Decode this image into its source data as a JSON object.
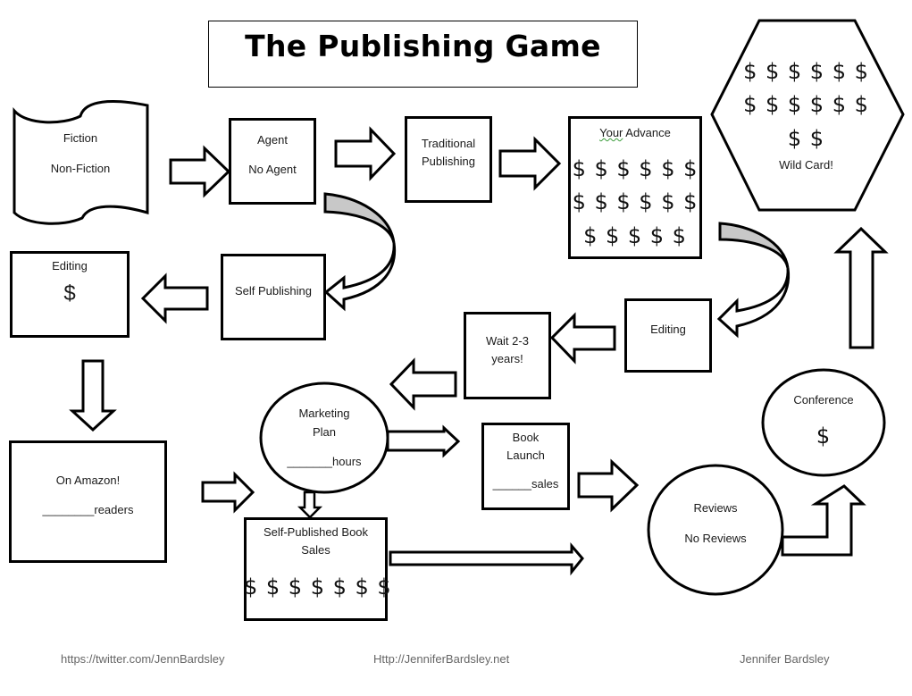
{
  "title": "The Publishing Game",
  "nodes": {
    "genre": {
      "line1": "Fiction",
      "line2": "Non-Fiction"
    },
    "agent": {
      "line1": "Agent",
      "line2": "No Agent"
    },
    "traditional": {
      "line1": "Traditional",
      "line2": "Publishing"
    },
    "advance": {
      "title_word1": "Your",
      "title_word2": " Advance",
      "row1": "$ $ $ $ $ $",
      "row2": "$ $ $ $ $ $",
      "row3": "$ $ $ $ $"
    },
    "wild_card": {
      "row1": "$ $ $ $ $ $",
      "row2": "$ $ $ $ $ $",
      "row3": "$ $",
      "label": "Wild Card!"
    },
    "self_publishing": {
      "label": "Self Publishing"
    },
    "editing_self": {
      "label": "Editing",
      "cost": "$"
    },
    "editing_trad": {
      "label": "Editing"
    },
    "wait": {
      "line1": "Wait 2-3",
      "line2": "years!"
    },
    "amazon": {
      "line1": "On Amazon!",
      "line2": "________readers"
    },
    "marketing": {
      "line1": "Marketing",
      "line2": "Plan",
      "line3": "_______hours"
    },
    "book_launch": {
      "line1": "Book",
      "line2": "Launch",
      "line3": "______sales"
    },
    "self_sales": {
      "line1": "Self-Published Book",
      "line2": "Sales",
      "dollars": "$ $ $ $ $ $ $"
    },
    "reviews": {
      "line1": "Reviews",
      "line2": "No Reviews"
    },
    "conference": {
      "label": "Conference",
      "cost": "$"
    }
  },
  "footer": {
    "twitter": "https://twitter.com/JennBardsley",
    "website": "Http://JenniferBardsley.net",
    "author": "Jennifer Bardsley"
  },
  "colors": {
    "curved_arrow_fill": "#c8c8c8",
    "stroke": "#000000",
    "footer_text": "#666666"
  }
}
